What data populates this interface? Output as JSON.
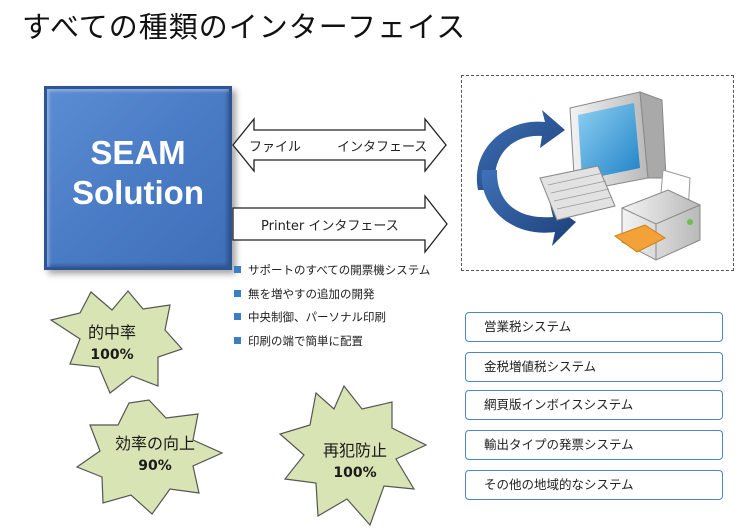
{
  "title": "すべての種類のインターフェイス",
  "seam": {
    "line1": "SEAM",
    "line2": "Solution"
  },
  "arrows": {
    "file_left": "ファイル",
    "file_right": "インタフェース",
    "printer": "Printer インタフェース"
  },
  "bullets": [
    "サポートのすべての開票機システム",
    "無を増やすの追加の開発",
    "中央制御、パーソナル印刷",
    "印刷の端で簡単に配置"
  ],
  "systems": [
    "営業税システム",
    "金税増値税システム",
    "網頁版インボイスシステム",
    "輸出タイプの発票システム",
    "その他の地域的なシステム"
  ],
  "stars": [
    {
      "label": "的中率",
      "value": "100%"
    },
    {
      "label": "効率の向上",
      "value": "90%"
    },
    {
      "label": "再犯防止",
      "value": "100%"
    }
  ],
  "colors": {
    "seam_blue": "#4a7bc5",
    "star_fill": "#d9e4b4",
    "accent_blue": "#3b7ec4",
    "cycle_arrow": "#244f8f"
  },
  "icons": [
    "computer-icon",
    "printer-icon",
    "cycle-arrow-icon"
  ]
}
